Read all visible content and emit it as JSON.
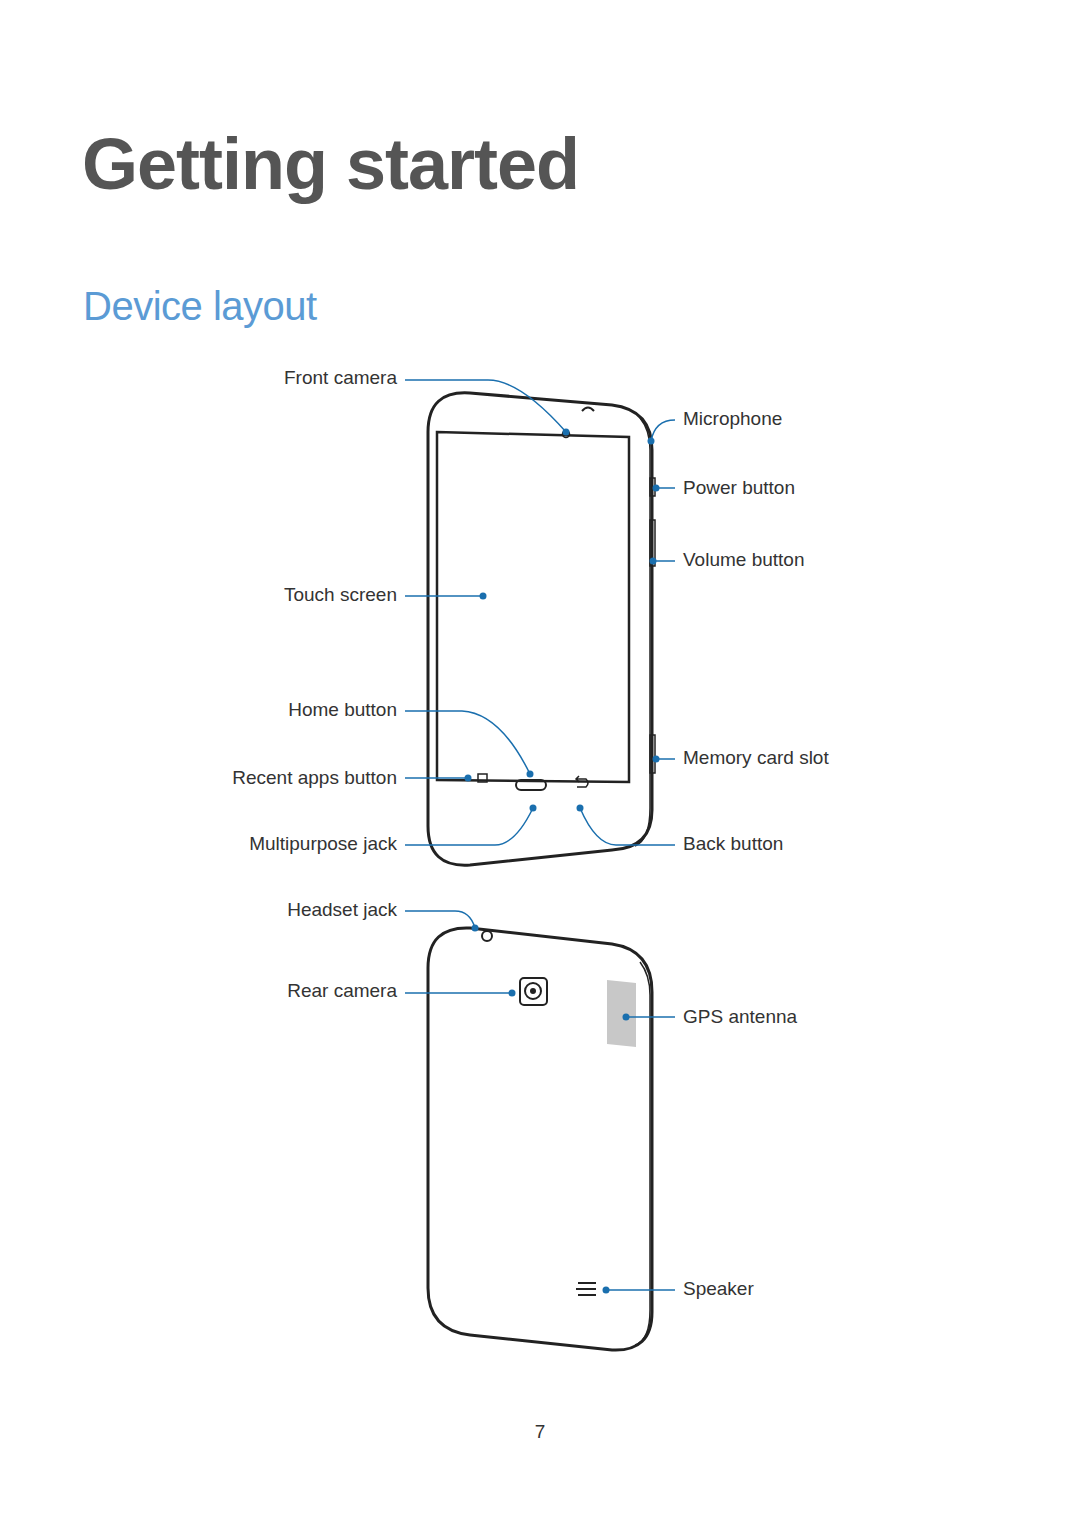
{
  "diagram": {
    "title": "Getting started",
    "labels": [
      "Device layout",
      "Front camera",
      "Microphone",
      "Power button",
      "Volume button",
      "Touch screen",
      "Home button",
      "Memory card slot",
      "Recent apps button",
      "Multipurpose jack",
      "Back button",
      "Headset jack",
      "Rear camera",
      "GPS antenna",
      "Speaker",
      "7"
    ]
  }
}
